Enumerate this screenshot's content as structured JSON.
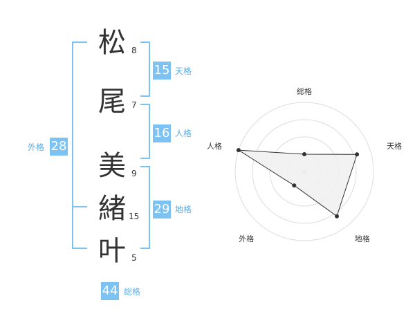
{
  "name": {
    "chars": [
      {
        "char": "松",
        "strokes": "8"
      },
      {
        "char": "尾",
        "strokes": "7"
      },
      {
        "char": "美",
        "strokes": "9"
      },
      {
        "char": "緒",
        "strokes": "15"
      },
      {
        "char": "叶",
        "strokes": "5"
      }
    ]
  },
  "kaku": {
    "tenkaku": {
      "value": "15",
      "label": "天格"
    },
    "jinkaku": {
      "value": "16",
      "label": "人格"
    },
    "chikaku": {
      "value": "29",
      "label": "地格"
    },
    "gaikaku": {
      "value": "28",
      "label": "外格"
    },
    "soukaku": {
      "value": "44",
      "label": "総格"
    }
  },
  "colors": {
    "accent": "#7cc2f2",
    "accent_text": "#5aaee6",
    "text": "#333333",
    "radar_fill": "#f0f0f0",
    "radar_grid": "#dddddd"
  },
  "chart_data": {
    "type": "radar",
    "axes": [
      "総格",
      "天格",
      "地格",
      "外格",
      "人格"
    ],
    "values": [
      0.25,
      0.8,
      0.8,
      0.25,
      1.0
    ],
    "range": [
      0,
      1
    ],
    "rings": 4
  }
}
